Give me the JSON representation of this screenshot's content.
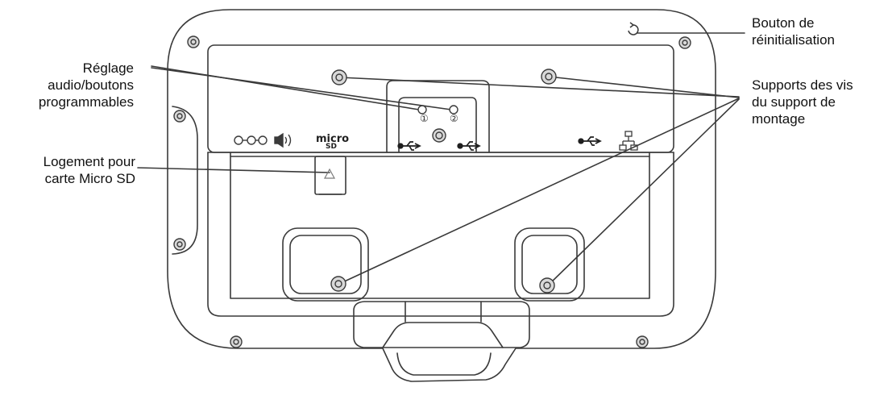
{
  "labels": {
    "reset": [
      "Bouton de",
      "réinitialisation"
    ],
    "audio": [
      "Réglage",
      "audio/boutons",
      "programmables"
    ],
    "mount": [
      "Supports des vis",
      "du support de",
      "montage"
    ],
    "sd": [
      "Logement pour",
      "carte Micro SD"
    ]
  },
  "panel": {
    "button_1": "①",
    "button_2": "②",
    "micro_text": "micro",
    "sd_text": "SD"
  },
  "icons": {
    "reset": "reset-icon",
    "power": "dc-power-icon",
    "audio": "speaker-icon",
    "usb": "usb-icon",
    "network": "network-icon",
    "sd": "micro-sd-icon"
  },
  "colors": {
    "line": "#3a3a3a",
    "screw_fill": "#d8d8d8",
    "background": "#ffffff"
  }
}
